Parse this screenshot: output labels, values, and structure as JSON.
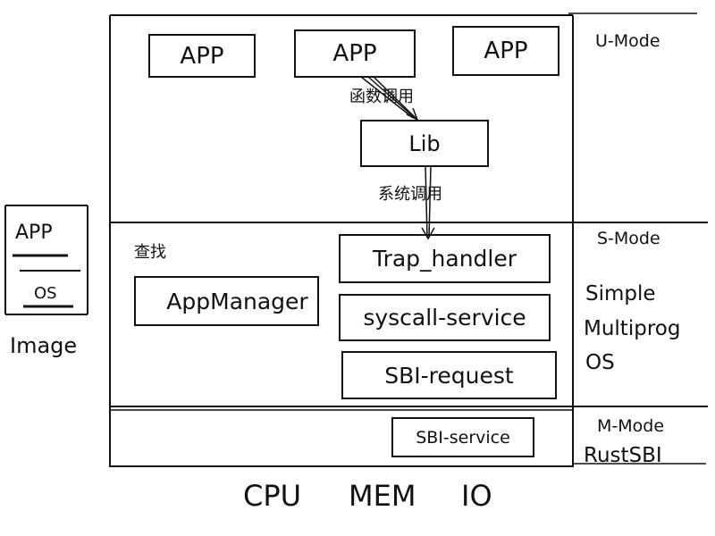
{
  "diagram": {
    "apps": [
      "APP",
      "APP",
      "APP"
    ],
    "call_function": "函数调用",
    "lib": "Lib",
    "call_syscall": "系统调用",
    "lookup": "查找",
    "app_manager": "AppManager",
    "trap_handler": "Trap_handler",
    "syscall_service": "syscall-service",
    "sbi_request": "SBI-request",
    "sbi_service": "SBI-service"
  },
  "modes": {
    "u_mode": "U-Mode",
    "s_mode": "S-Mode",
    "os_name_1": "Simple",
    "os_name_2": "Multiprog",
    "os_name_3": "OS",
    "m_mode": "M-Mode",
    "sbi_name": "RustSBI"
  },
  "image": {
    "app": "APP",
    "os": "OS",
    "label": "Image"
  },
  "hardware": {
    "cpu": "CPU",
    "mem": "MEM",
    "io": "IO"
  }
}
